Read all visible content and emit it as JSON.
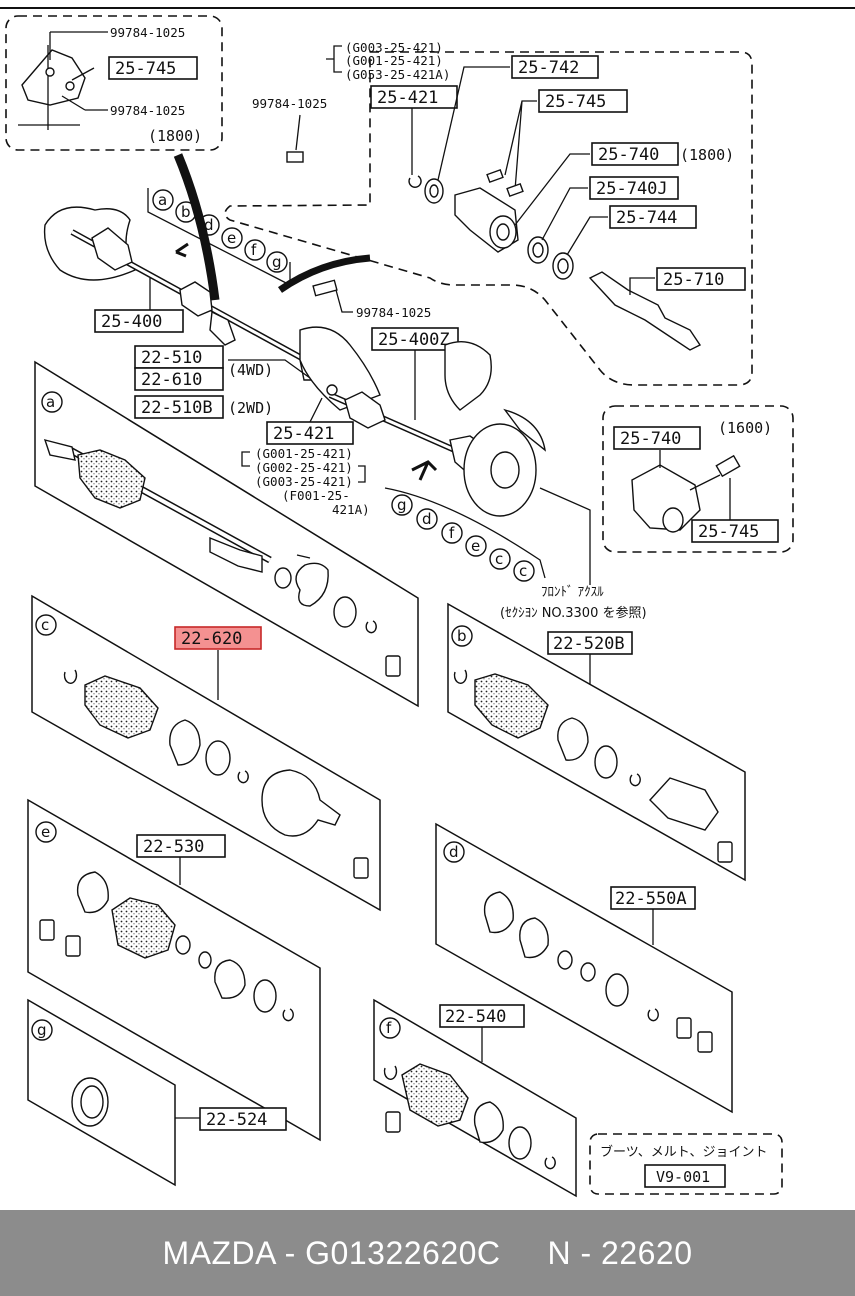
{
  "labels": {
    "l_25745_top": "25-745",
    "l_99784_a": "99784-1025",
    "l_99784_b": "99784-1025",
    "l_1800_a": "(1800)",
    "l_99784_c": "99784-1025",
    "l_99784_d": "99784-1025",
    "l_25742": "25-742",
    "l_25745_b": "25-745",
    "l_25421_a": "25-421",
    "l_25740": "25-740",
    "l_1800_b": "(1800)",
    "l_25740j": "25-740J",
    "l_25744": "25-744",
    "l_25710": "25-710",
    "l_25400": "25-400",
    "l_25400z": "25-400Z",
    "l_22510": "22-510",
    "l_22610": "22-610",
    "l_4wd": "(4WD)",
    "l_22510b": "22-510B",
    "l_2wd": "(2WD)",
    "l_25421_b": "25-421",
    "l_25740_c": "25-740",
    "l_1600": "(1600)",
    "l_25745_c": "25-745",
    "l_22620": "22-620",
    "l_22520b": "22-520B",
    "l_22530": "22-530",
    "l_22550a": "22-550A",
    "l_22540": "22-540",
    "l_22524": "22-524",
    "l_v9001": "V9-001",
    "g003_a": "(G003-25-421)",
    "g001_a": "(G001-25-421)",
    "g053_a": "(G053-25-421A)",
    "g001_b": "(G001-25-421)",
    "g002_b": "(G002-25-421)",
    "g003_b": "(G003-25-421)",
    "f001_b1": "(F001-25-",
    "f001_b2": "421A)",
    "jp_front1": "ﾌﾛﾝﾄﾞ ｱｸｽﾙ",
    "jp_front2": "(ｾｸｼﾖﾝ NO.3300  を参照)",
    "jp_boots": "ブーツ、メルト、ジョイント"
  },
  "letters": {
    "panel_a": "a",
    "panel_b": "b",
    "panel_c": "c",
    "panel_d": "d",
    "panel_e": "e",
    "panel_f": "f",
    "panel_g": "g",
    "top_seq": [
      "a",
      "b",
      "d",
      "e",
      "f",
      "g"
    ],
    "bot_seq": [
      "g",
      "d",
      "f",
      "e",
      "c"
    ]
  },
  "footer": {
    "text": "MAZDA - G01322620C     N - 22620"
  },
  "colors": {
    "highlight_fill": "#f49191",
    "highlight_stroke": "#c62828",
    "footer_bg": "#8c8c8c"
  }
}
